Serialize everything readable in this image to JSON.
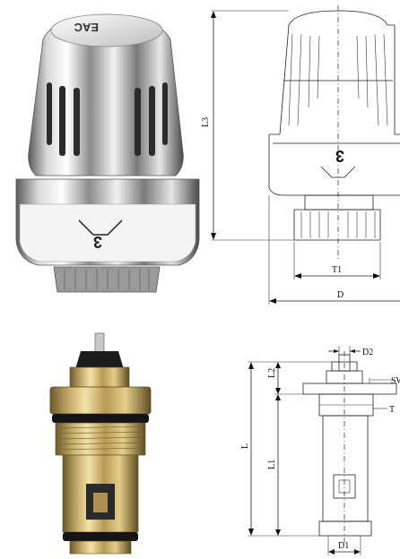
{
  "photos": {
    "thermostat_head_mark": "3",
    "thermostat_head_logo": "EAC"
  },
  "drawing_head": {
    "dims": {
      "L3": "L3",
      "T1": "T1",
      "D": "D"
    },
    "scale_mark": "3"
  },
  "drawing_valve": {
    "dims": {
      "D2": "D2",
      "L2": "L2",
      "SW": "SW",
      "T": "T",
      "L": "L",
      "L1": "L1",
      "D1": "D1"
    }
  }
}
